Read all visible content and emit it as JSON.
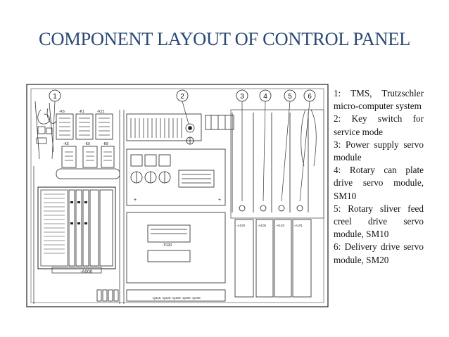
{
  "title": "COMPONENT LAYOUT OF CONTROL PANEL",
  "diagram": {
    "callouts": [
      "1",
      "2",
      "3",
      "4",
      "5",
      "6"
    ],
    "labels": {
      "k1": "-K6",
      "k2": "-K1",
      "k3": "-K21",
      "k4": "-K6",
      "k5": "-K9",
      "k6": "-K8",
      "a000": "-A000",
      "t020": "-T020",
      "a100": "-A100",
      "a105": "-A105",
      "a103": "-A103",
      "a101": "-A101",
      "bottom_row": "-Q115  -Q120  -Q130  -Q400  -Q100"
    }
  },
  "legend": [
    "1: TMS, Trutzschler micro-computer system",
    "2: Key switch for service mode",
    "3: Power supply servo module",
    "4: Rotary can plate drive servo module, SM10",
    "5: Rotary sliver feed creel drive servo module, SM10",
    "6: Delivery drive servo module, SM20"
  ]
}
